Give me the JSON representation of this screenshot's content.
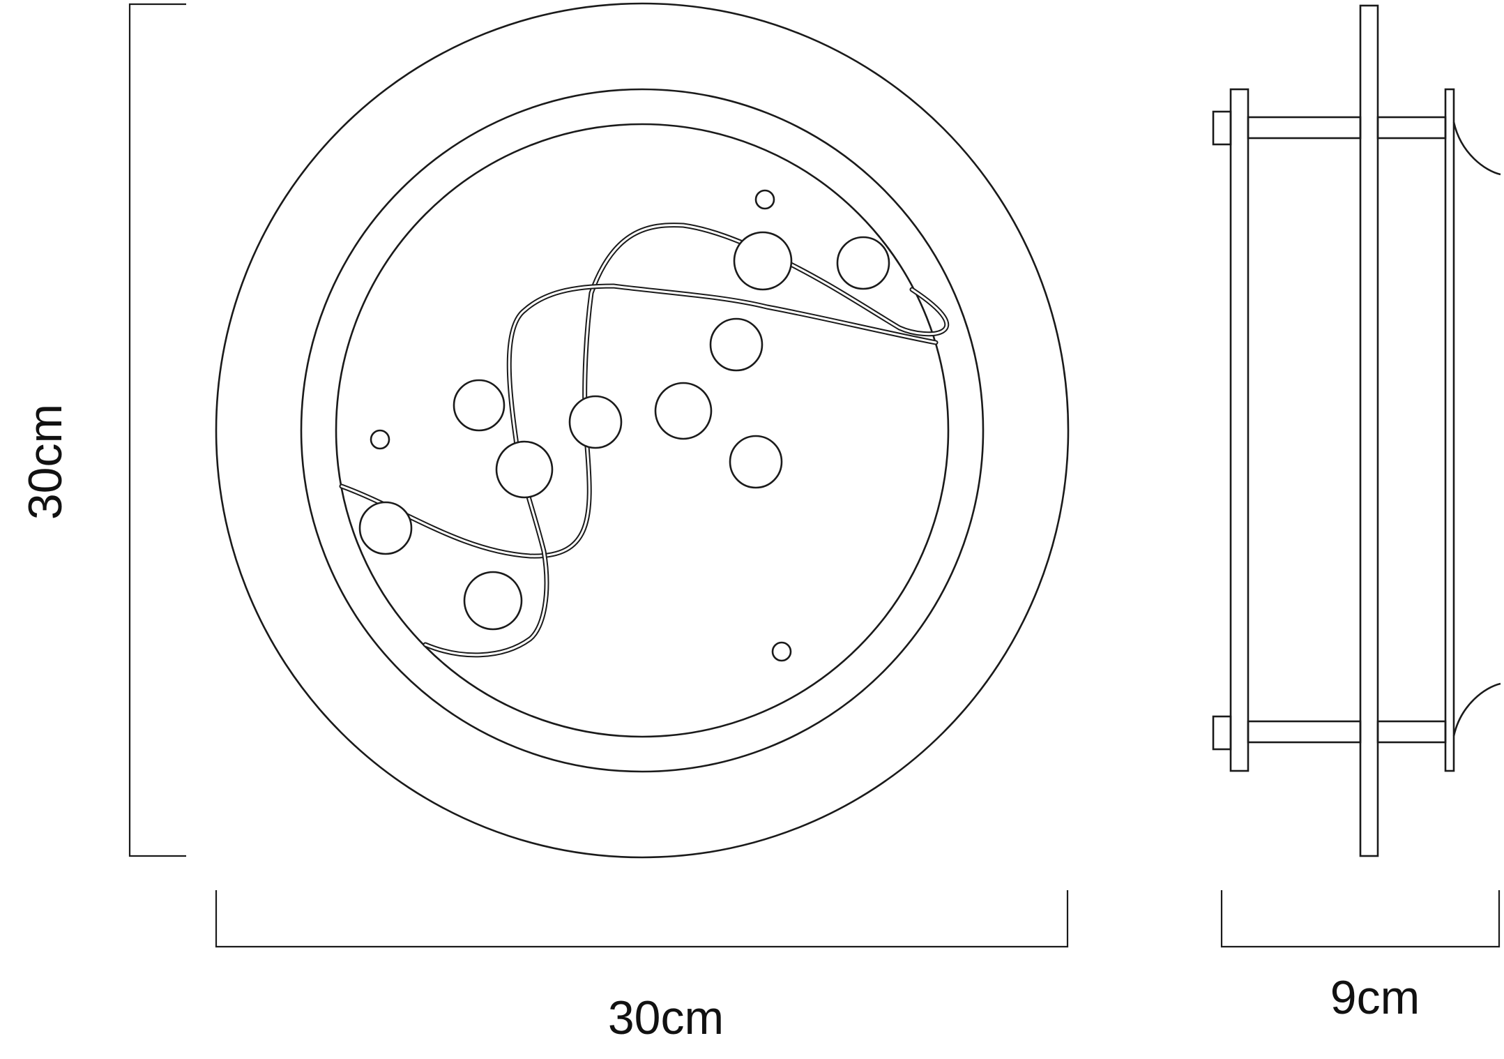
{
  "dimensions": {
    "height_label": "30cm",
    "width_label": "30cm",
    "depth_label": "9cm"
  }
}
